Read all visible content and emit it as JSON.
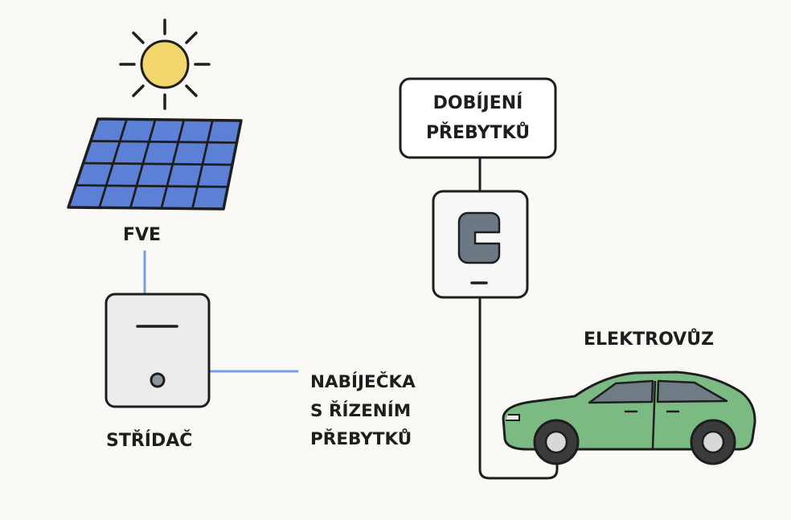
{
  "labels": {
    "fve": "FVE",
    "inverter": "STŘÍDAČ",
    "charger": "NABÍJEČKA\nS ŘÍZENÍM\nPŘEBYTKŮ",
    "surplus_charging": "DOBÍJENÍ\nPŘEBYTKŮ",
    "ev": "ELEKTROVŮZ"
  },
  "icons": {
    "sun": "sun-icon",
    "solar_panel": "solar-panel-icon",
    "inverter": "inverter-icon",
    "charger": "ev-charger-icon",
    "car": "car-icon"
  },
  "colors": {
    "background": "#faf9f5",
    "outline": "#1e1e1e",
    "sun": "#f2d66c",
    "solar_cell": "#5b80d6",
    "power_line": "#7b9ee0",
    "inverter_body": "#ececec",
    "charger_body": "#f7f7f7",
    "charger_logo": "#6d7885",
    "car_body": "#7cba83",
    "car_window": "#6f7c86",
    "wheel_tire": "#3b3b3b",
    "wheel_rim": "#d8d8d8"
  }
}
